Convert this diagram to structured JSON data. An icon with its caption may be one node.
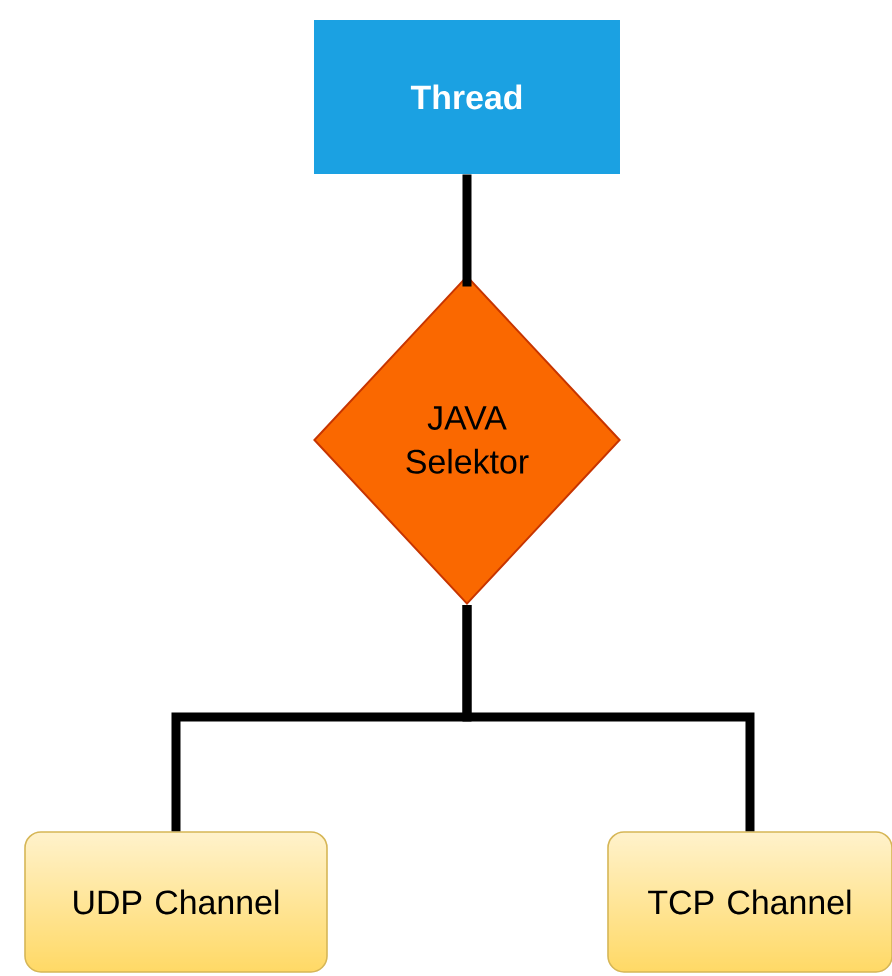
{
  "diagram": {
    "nodes": [
      {
        "text": [
          "Thread"
        ]
      },
      {
        "text": [
          "JAVA Selektor"
        ]
      },
      {
        "text": [
          "UDP Channel"
        ]
      },
      {
        "text": [
          "TCP Channel"
        ]
      }
    ],
    "edges": [
      {
        "from": 0,
        "to": 1,
        "arrow": "none"
      },
      {
        "from": 1,
        "to": 2,
        "arrow": "none"
      },
      {
        "from": 1,
        "to": 3,
        "arrow": "none"
      }
    ]
  }
}
